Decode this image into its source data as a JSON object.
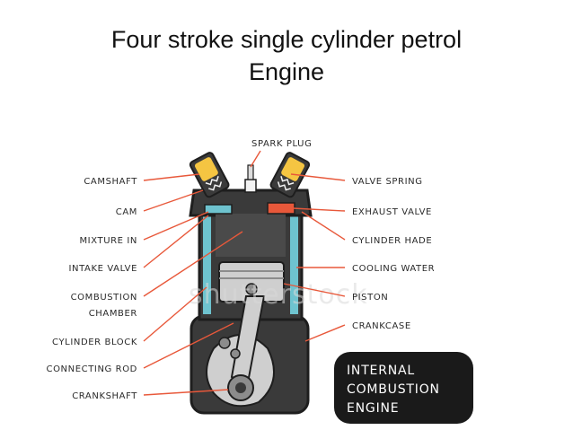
{
  "title": {
    "line1": "Four stroke single cylinder petrol",
    "line2": "Engine"
  },
  "labels": {
    "spark_plug": "Spark plug",
    "camshaft": "Camshaft",
    "cam": "Cam",
    "mixture_in": "Mixture in",
    "intake_valve": "Intake valve",
    "combustion_chamber_1": "Combustion",
    "combustion_chamber_2": "Chamber",
    "cylinder_block": "Cylinder block",
    "connecting_rod": "Connecting rod",
    "crankshaft": "Crankshaft",
    "valve_spring": "Valve spring",
    "exhaust_valve": "Exhaust valve",
    "cylinder_head": "Cylinder hade",
    "cooling_water": "Cooling water",
    "piston": "Piston",
    "crankcase": "Crankcase"
  },
  "badge": {
    "line1": "Internal",
    "line2": "Combustion",
    "line3": "Engine"
  },
  "watermark": "shutterstock",
  "colors": {
    "leader": "#e8583a",
    "cam_yellow": "#f5c542",
    "exhaust_red": "#e8583a",
    "water_blue": "#6ec3cf",
    "engine_dark": "#3a3a3a",
    "piston_grey": "#cfcfcf"
  }
}
